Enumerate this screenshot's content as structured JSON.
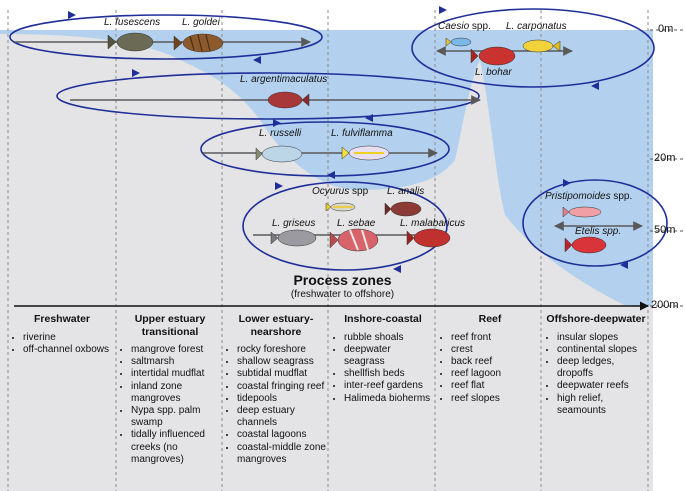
{
  "depth_labels": [
    "0m",
    "20m",
    "50m",
    "200m"
  ],
  "species": {
    "l_fusescens": "L. fusescens",
    "l_goldei": "L. goldei",
    "caesio": "Caesio",
    "caesio_rest": " spp.",
    "l_carponatus": "L. carponatus",
    "l_bohar": "L. bohar",
    "l_argentimaculatus": "L. argentimaculatus",
    "l_russelli": "L. russelli",
    "l_fulviflamma": "L. fulviflamma",
    "ocyurus": "Ocyurus",
    "ocyurus_rest": " spp",
    "l_analis": "L. analis",
    "pristipomoides": "Pristipomoides",
    "pristipomoides_rest": " spp.",
    "etelis": "Etelis spp.",
    "l_griseus": "L. griseus",
    "l_sebae": "L. sebae",
    "l_malabaricus": "L. malabaricus"
  },
  "process_title": "Process zones",
  "process_subtitle": "(freshwater to offshore)",
  "zones": [
    {
      "title": "Freshwater",
      "items": [
        "riverine",
        "off-channel oxbows"
      ]
    },
    {
      "title": "Upper estuary transitional",
      "items": [
        "mangrove forest",
        "saltmarsh",
        "intertidal mudflat",
        "inland zone mangroves",
        "Nypa spp. palm swamp",
        "tidally influenced creeks (no mangroves)"
      ]
    },
    {
      "title": "Lower estuary-nearshore",
      "items": [
        "rocky foreshore",
        "shallow seagrass",
        "subtidal mudflat",
        "coastal fringing reef",
        "tidepools",
        "deep estuary channels",
        "coastal lagoons",
        "coastal-middle zone mangroves"
      ]
    },
    {
      "title": "Inshore-coastal",
      "items": [
        "rubble shoals",
        "deepwater seagrass",
        "shellfish beds",
        "inter-reef gardens",
        "Halimeda bioherms"
      ]
    },
    {
      "title": "Reef",
      "items": [
        "reef front",
        "crest",
        "back reef",
        "reef lagoon",
        "reef flat",
        "reef slopes"
      ]
    },
    {
      "title": "Offshore-deepwater",
      "items": [
        "insular slopes",
        "continental slopes",
        "deep ledges, dropoffs",
        "deepwater reefs",
        "high relief, seamounts"
      ]
    }
  ],
  "colors": {
    "water": "#b3d1ee",
    "land": "#e4e4e6",
    "ellipse": "#1f2e98",
    "arrow": "#595959"
  }
}
